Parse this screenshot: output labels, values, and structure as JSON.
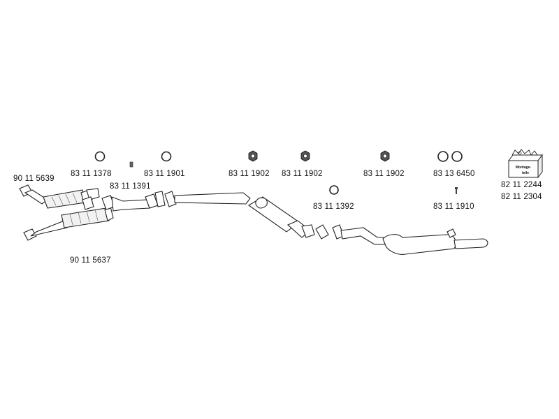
{
  "part_numbers": {
    "front_pipe_upper": "90 11 5639",
    "front_pipe_lower": "90 11 5637",
    "gasket_1": "83 11 1378",
    "gasket_2": "83 11 1901",
    "clamp_y": "83 11 1391",
    "nut_1": "83 11 1902",
    "nut_2": "83 11 1902",
    "nut_3": "83 11 1902",
    "ring_mid": "83 11 1392",
    "o_rings": "83 13 6450",
    "bolt": "83 11 1910",
    "kit_1": "82 11 2244",
    "kit_2": "82 11 2304"
  },
  "kit_box": {
    "line1": "Montage-",
    "line2": "teile"
  }
}
